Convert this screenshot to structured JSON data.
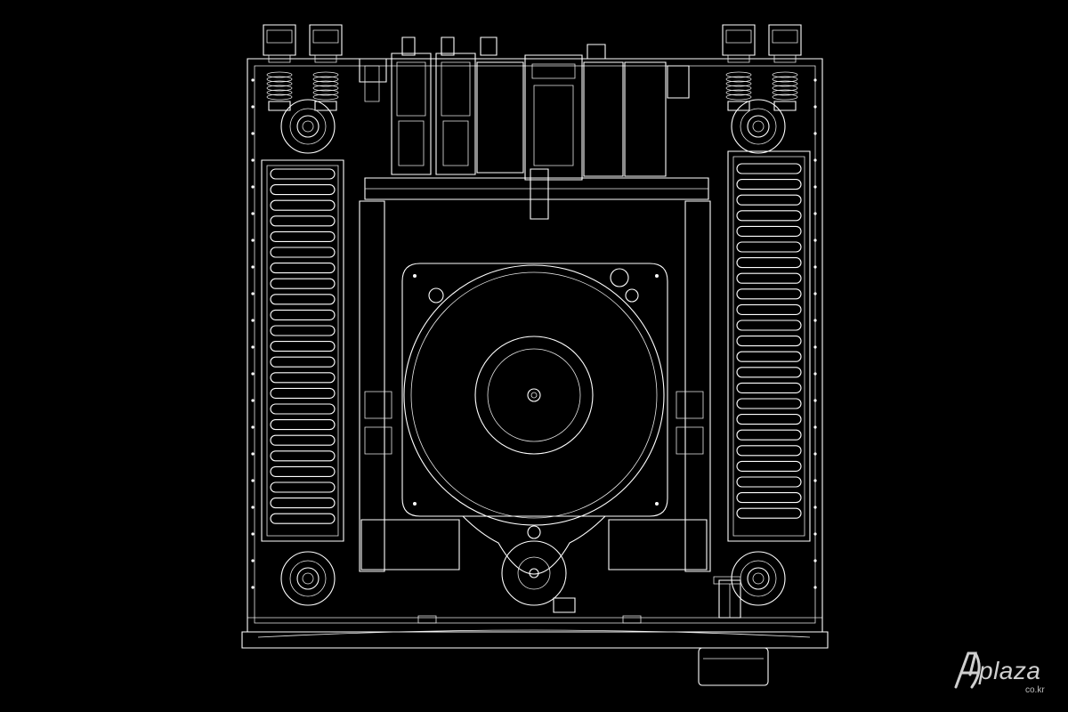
{
  "image": {
    "background": "#000000",
    "line_color": "#ffffff"
  },
  "watermark": {
    "brand": "plaza",
    "domain": "co.kr",
    "color": "#cfcfcf"
  },
  "components": {
    "heatsink_fins_per_side": 23,
    "mounting_posts": 4,
    "speaker_terminals": 4,
    "transformer_type": "toroidal"
  }
}
